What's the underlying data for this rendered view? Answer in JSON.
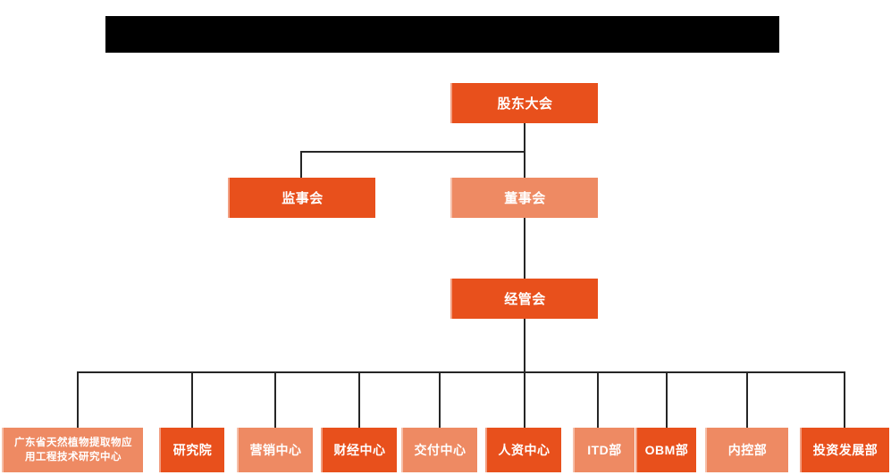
{
  "banner": {
    "text": "",
    "color": "#000000"
  },
  "colors": {
    "dark_orange": "#E8501C",
    "light_salmon": "#EE8A63",
    "connector": "#262626",
    "background": "#FFFFFF",
    "text": "#FFFFFF"
  },
  "chart": {
    "type": "org-chart",
    "title": "",
    "levels": [
      {
        "level": 1,
        "nodes": [
          {
            "id": "shareholders",
            "label": "股东大会",
            "tone": "dark"
          }
        ]
      },
      {
        "level": 2,
        "nodes": [
          {
            "id": "supervisory",
            "label": "监事会",
            "tone": "dark"
          },
          {
            "id": "board",
            "label": "董事会",
            "tone": "light"
          }
        ]
      },
      {
        "level": 3,
        "nodes": [
          {
            "id": "management",
            "label": "经管会",
            "tone": "dark"
          }
        ]
      },
      {
        "level": 4,
        "nodes": [
          {
            "id": "research-center",
            "label_line1": "广东省天然植物提取物应",
            "label_line2": "用工程技术研究中心",
            "tone": "light"
          },
          {
            "id": "institute",
            "label": "研究院",
            "tone": "dark"
          },
          {
            "id": "marketing",
            "label": "营销中心",
            "tone": "light"
          },
          {
            "id": "finance",
            "label": "财经中心",
            "tone": "dark"
          },
          {
            "id": "delivery",
            "label": "交付中心",
            "tone": "light"
          },
          {
            "id": "hr",
            "label": "人资中心",
            "tone": "dark"
          },
          {
            "id": "itd",
            "label": "ITD部",
            "tone": "light"
          },
          {
            "id": "obm",
            "label": "OBM部",
            "tone": "dark"
          },
          {
            "id": "internal-control",
            "label": "内控部",
            "tone": "light"
          },
          {
            "id": "investment",
            "label": "投资发展部",
            "tone": "dark"
          }
        ]
      }
    ]
  }
}
